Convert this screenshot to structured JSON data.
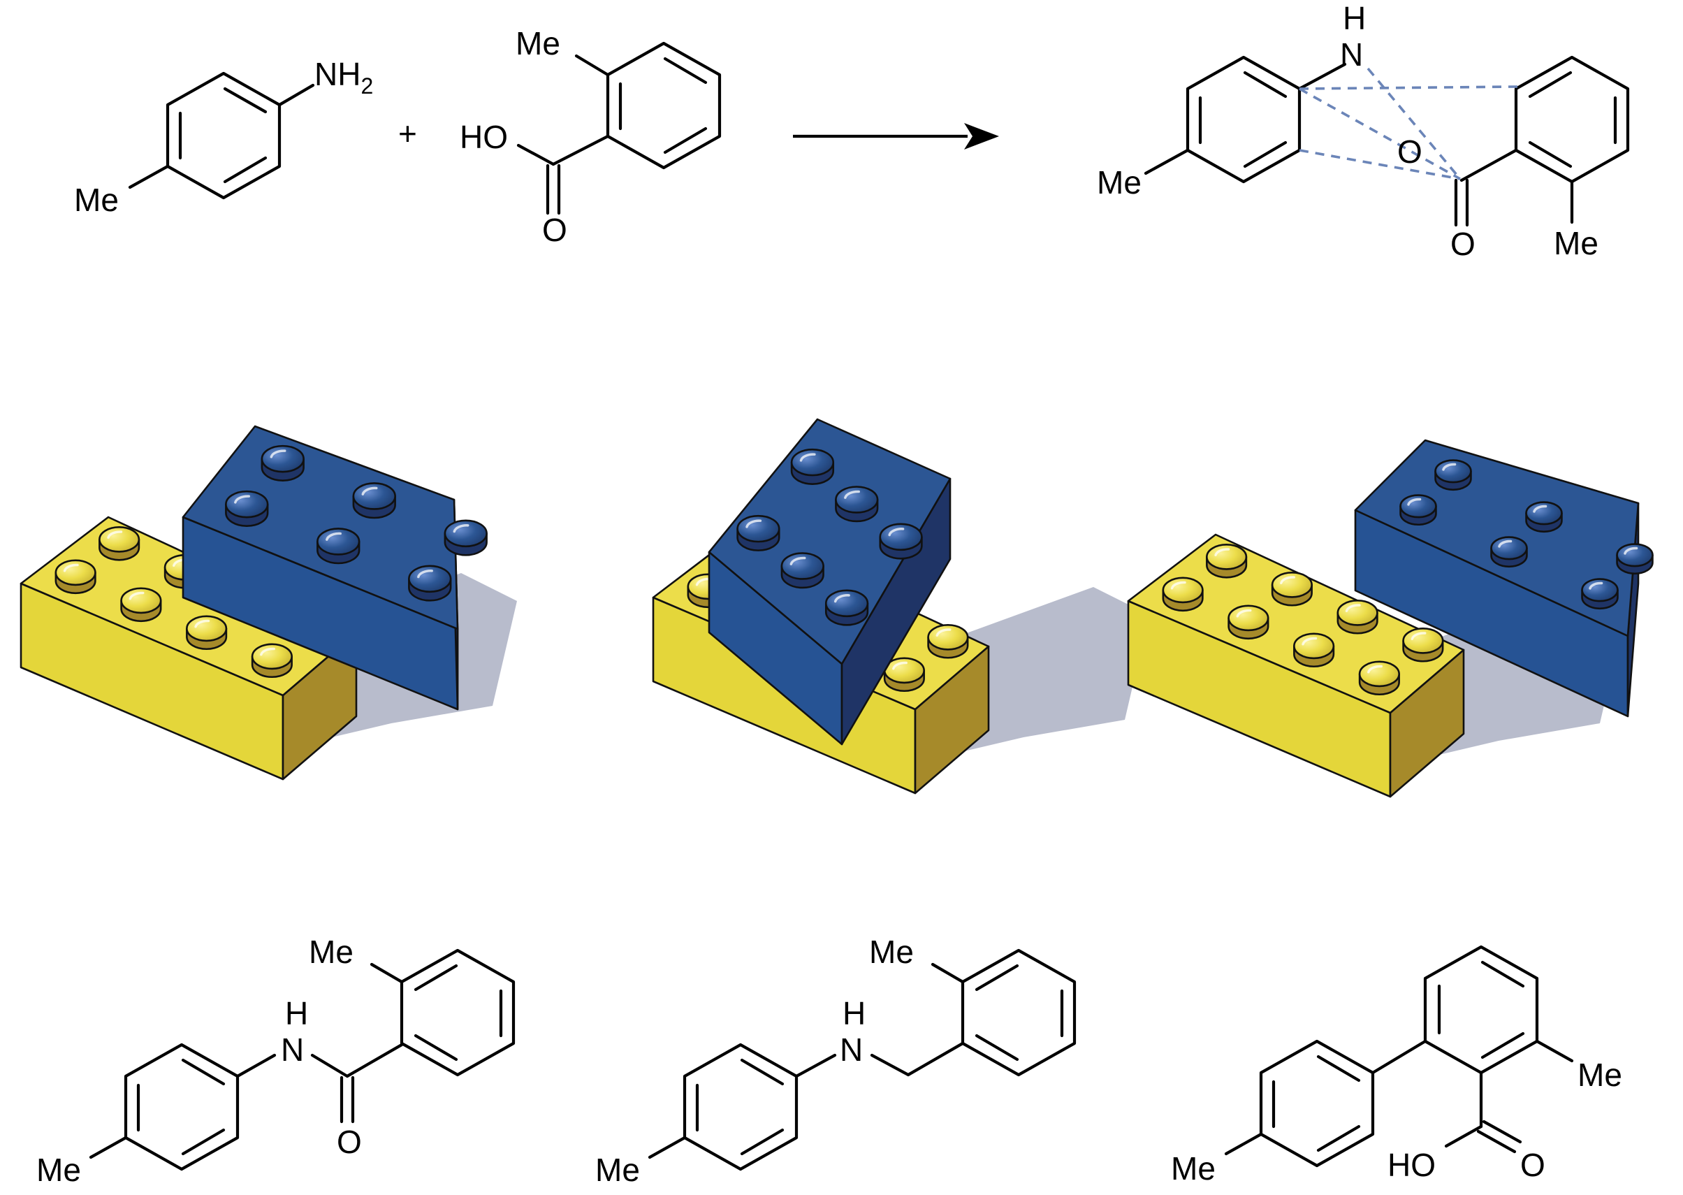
{
  "colors": {
    "ink": "#000000",
    "yellow_top": "#ecdd4a",
    "yellow_front": "#e4d63a",
    "yellow_side": "#a68a2a",
    "blue_top": "#2c5694",
    "blue_front": "#265394",
    "blue_side": "#1f3466",
    "shadow": "#b8bccc",
    "dash": "#6b85b8"
  },
  "reaction": {
    "amine": {
      "substituent": "Me",
      "group": "NH",
      "subscript": "2"
    },
    "plus": "+",
    "acid": {
      "methyl": "Me",
      "hydroxyl": "HO",
      "carbonyl": "O"
    },
    "arrow": "reaction-arrow",
    "product": {
      "h": "H",
      "n": "N",
      "o_ring": "O",
      "carbonyl": "O",
      "methyl_left": "Me",
      "methyl_right": "Me"
    }
  },
  "bricks": [
    {
      "name": "brick-set-amide"
    },
    {
      "name": "brick-set-amine"
    },
    {
      "name": "brick-set-biaryl"
    }
  ],
  "products": {
    "amide": {
      "methyl_top": "Me",
      "h": "H",
      "n": "N",
      "carbonyl": "O",
      "methyl_bottom": "Me"
    },
    "amine": {
      "methyl_top": "Me",
      "h": "H",
      "n": "N",
      "methyl_bottom": "Me"
    },
    "biaryl": {
      "methyl_right": "Me",
      "hydroxyl": "HO",
      "carbonyl": "O",
      "methyl_bottom": "Me"
    }
  }
}
